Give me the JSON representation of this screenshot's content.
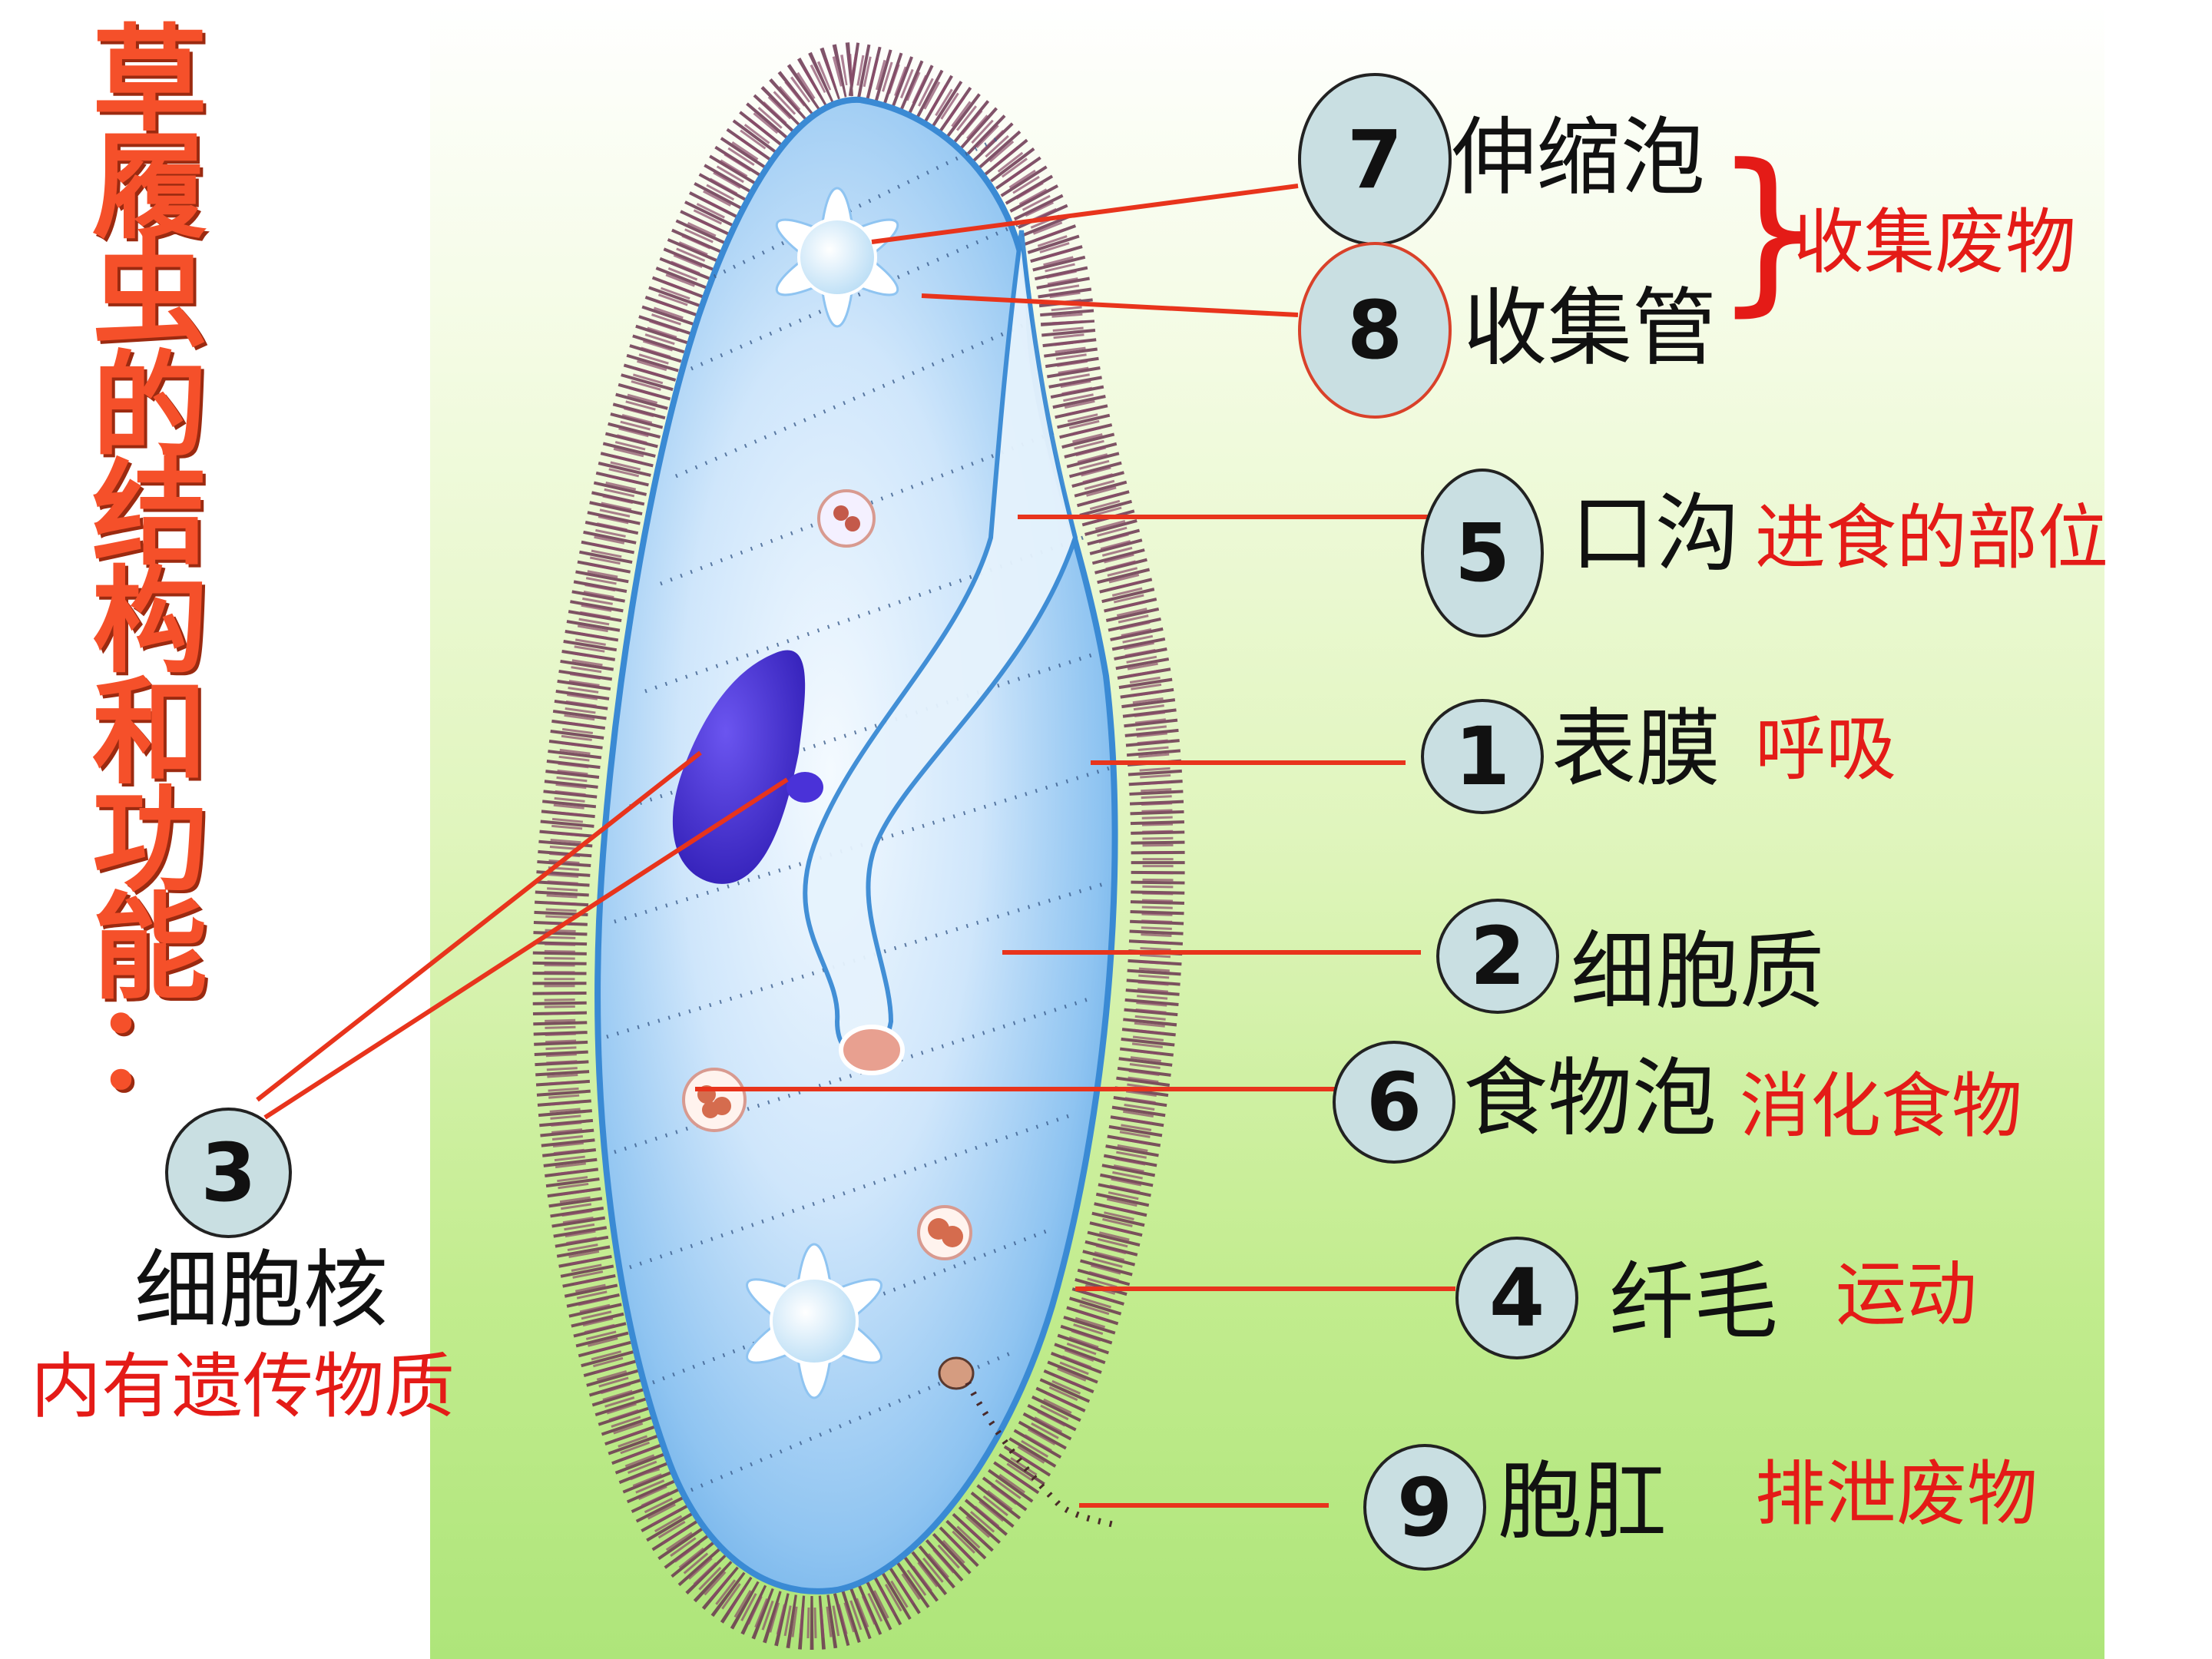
{
  "title": [
    "草",
    "履",
    "虫",
    "的",
    "结",
    "构",
    "和",
    "功",
    "能",
    "："
  ],
  "labels": {
    "contractile_vacuole": {
      "num": "7",
      "name": "伸缩泡"
    },
    "collecting_duct": {
      "num": "8",
      "name": "收集管"
    },
    "collect_function": "收集废物",
    "oral_groove": {
      "num": "5",
      "name": "口沟",
      "function": "进食的部位"
    },
    "pellicle": {
      "num": "1",
      "name": "表膜",
      "function": "呼吸"
    },
    "cytoplasm": {
      "num": "2",
      "name": "细胞质"
    },
    "food_vacuole": {
      "num": "6",
      "name": "食物泡",
      "function": "消化食物"
    },
    "cilia": {
      "num": "4",
      "name": "纤毛",
      "function": "运动"
    },
    "anal_pore": {
      "num": "9",
      "name": "胞肛",
      "function": "排泄废物"
    },
    "nucleus": {
      "num": "3",
      "name": "细胞核",
      "function": "内有遗传物质"
    }
  },
  "colors": {
    "title": "#f5502a",
    "function_text": "#e41b17",
    "leader_line": "#e8341c",
    "circle_fill": "#c9dfe2"
  }
}
